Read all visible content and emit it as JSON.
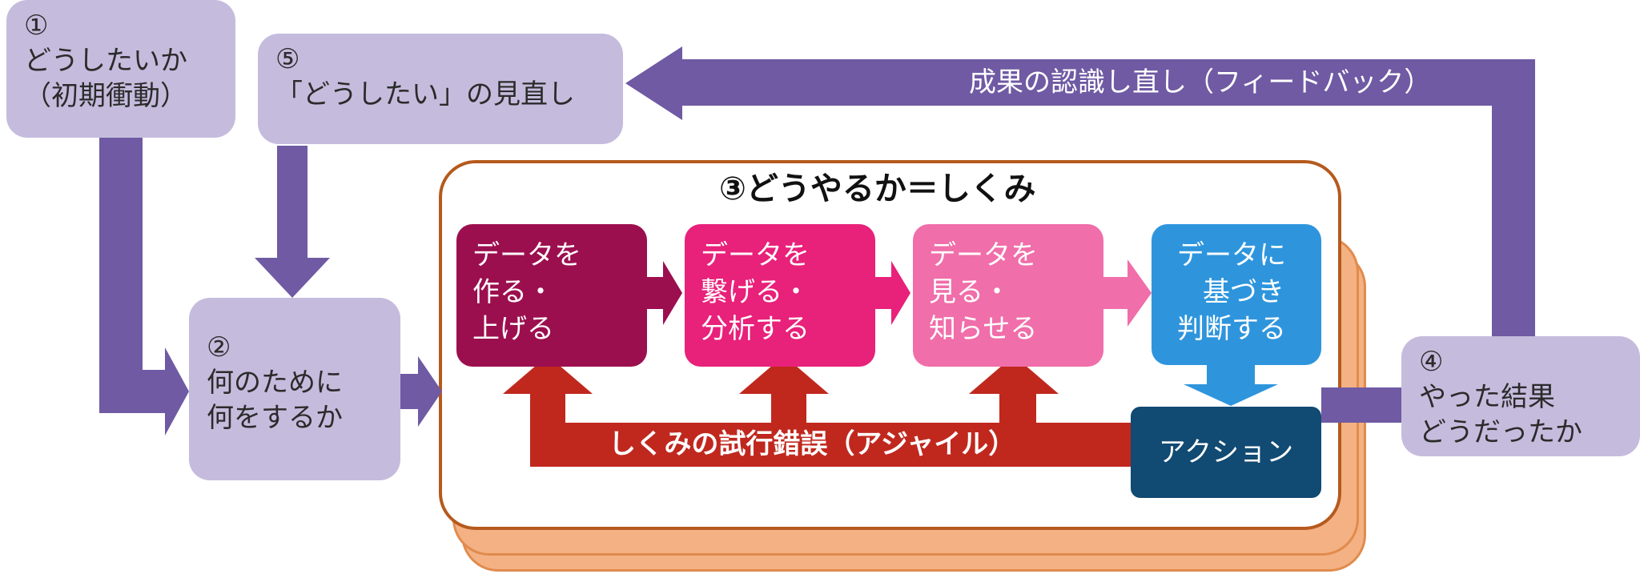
{
  "colors": {
    "lavender": "#c5bcdd",
    "purple_arrow": "#6f5aa3",
    "orange_frame": "#b55a1d",
    "shadow_fill": "#f4b183",
    "red_loop": "#c0281e",
    "card1": "#9c0f4f",
    "card2": "#e8217a",
    "card3": "#f06ea9",
    "card4": "#2e95dd",
    "action": "#114a72"
  },
  "box1": {
    "num": "①",
    "line1": "どうしたいか",
    "line2": "（初期衝動）"
  },
  "box5": {
    "num": "⑤",
    "line1": "「どうしたい」の見直し"
  },
  "box2": {
    "num": "②",
    "line1": "何のために",
    "line2": "何をするか"
  },
  "box4": {
    "num": "④",
    "line1": "やった結果",
    "line2": "どうだったか"
  },
  "feedback_label": "成果の認識し直し（フィードバック）",
  "system_title": "③どうやるか＝しくみ",
  "cards": [
    {
      "line1": "データを",
      "line2": "作る・",
      "line3": "上げる"
    },
    {
      "line1": "データを",
      "line2": "繋げる・",
      "line3": "分析する"
    },
    {
      "line1": "データを",
      "line2": "見る・",
      "line3": "知らせる"
    },
    {
      "line1": "データに",
      "line2": "基づき",
      "line3": "判断する"
    }
  ],
  "action_label": "アクション",
  "agile_label": "しくみの試行錯誤（アジャイル）"
}
